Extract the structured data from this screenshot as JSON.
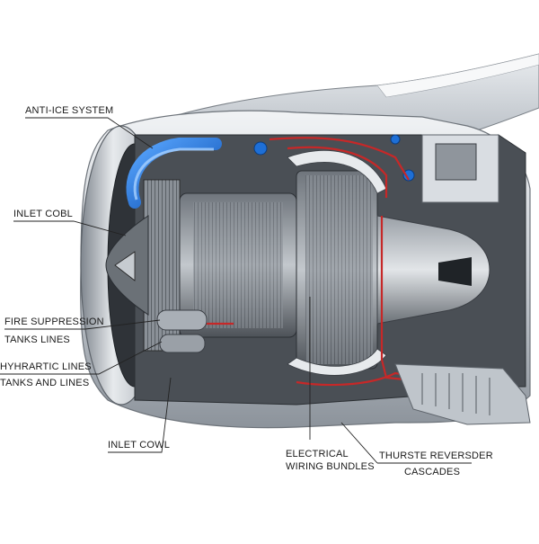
{
  "labels": {
    "anti_ice_system": "ANTI-ICE SYSTEM",
    "inlet_cobl": "INLET COBL",
    "fire_suppression": "FIRE SUPPRESSION",
    "tanks_lines": "TANKS LINES",
    "hyhrartic_lines": "HYHRARTIC LINES",
    "tanks_and_lines": "TANKS AND LINES",
    "inlet_cowl": "INLET COWL",
    "electrical_1": "ELECTRICAL",
    "electrical_2": "WIRING BUNDLES",
    "thruster_1": "THURSTE REVERSDER",
    "thruster_2": "CASCADES"
  },
  "colors": {
    "hydraulic_line": "#c62828",
    "anti_ice_duct": "#1e6fd6",
    "metal_dark": "#3b3f45",
    "cowl": "#d9dde2"
  }
}
